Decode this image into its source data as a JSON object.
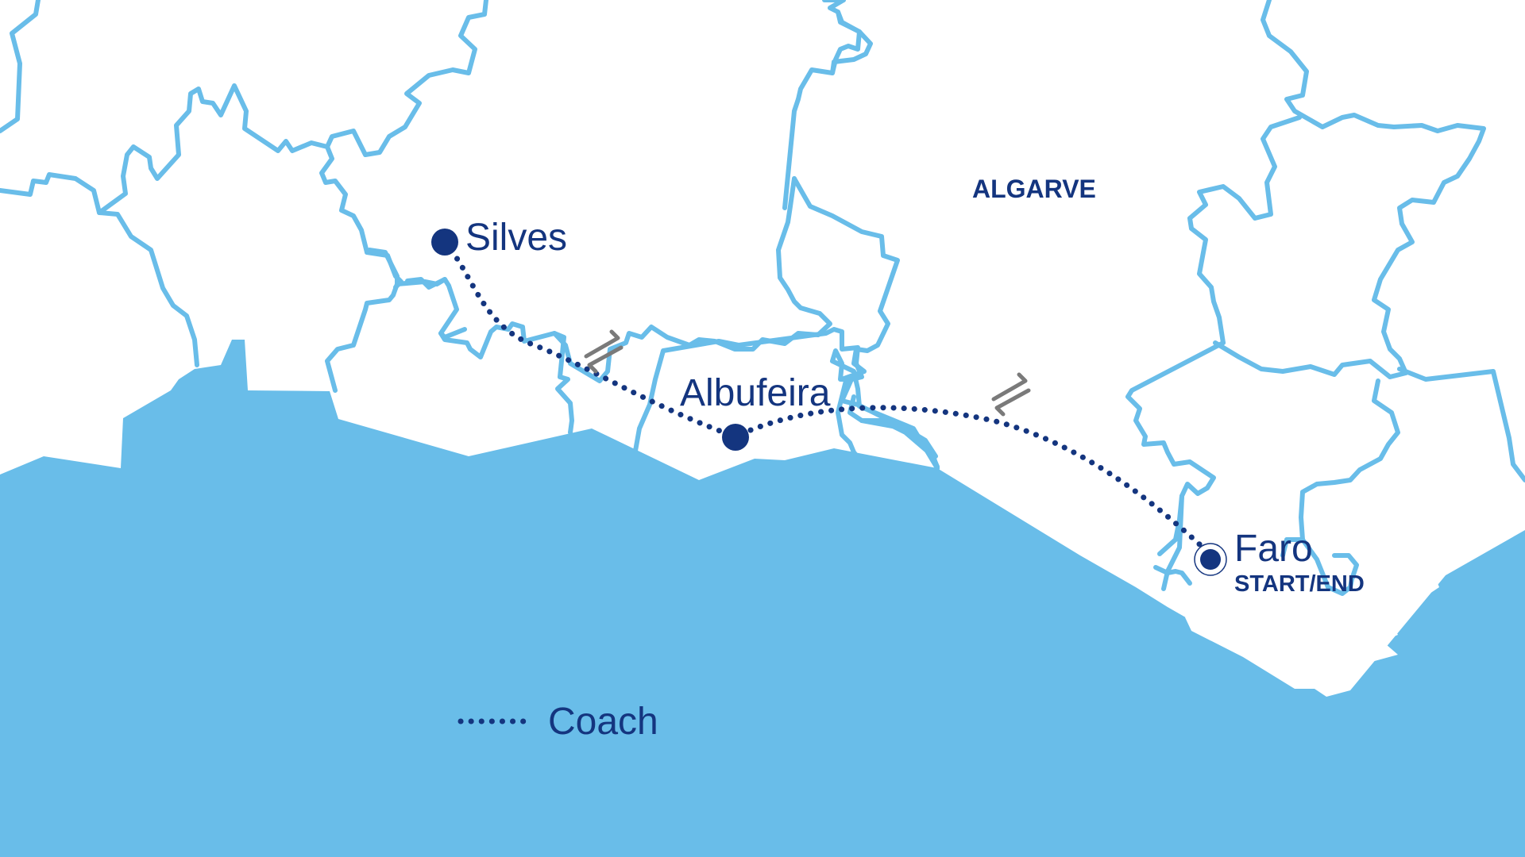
{
  "map": {
    "region_label": "ALGARVE",
    "colors": {
      "sea": "#69bde9",
      "land": "#ffffff",
      "border": "#69bde9",
      "route": "#14357f",
      "label": "#14357f",
      "swap_icon": "#7a7a7a"
    },
    "places": {
      "silves": {
        "name": "Silves"
      },
      "albufeira": {
        "name": "Albufeira"
      },
      "faro": {
        "name": "Faro",
        "note": "START/END"
      }
    },
    "route_icons": [
      "swap-arrows-icon",
      "swap-arrows-icon"
    ],
    "legend": {
      "coach_label": "Coach",
      "line_style": "dotted"
    }
  }
}
